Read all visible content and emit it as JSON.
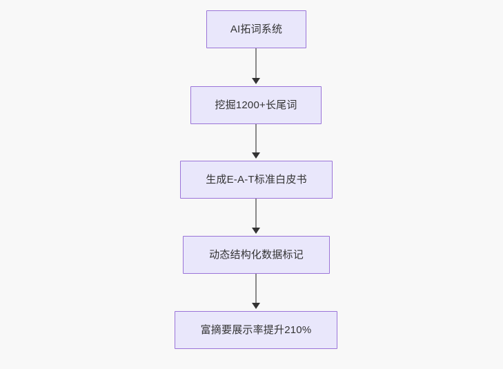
{
  "diagram": {
    "type": "flowchart",
    "direction": "top-to-bottom",
    "background_color": "#f8f8f8",
    "node_fill_color": "#e9e7fb",
    "node_border_color": "#9a73d8",
    "node_text_color": "#333333",
    "edge_line_color": "#888888",
    "edge_arrow_color": "#333333",
    "nodes": [
      {
        "id": "node-0",
        "label": "AI拓词系统"
      },
      {
        "id": "node-1",
        "label": "挖掘1200+长尾词"
      },
      {
        "id": "node-2",
        "label": "生成E-A-T标准白皮书"
      },
      {
        "id": "node-3",
        "label": "动态结构化数据标记"
      },
      {
        "id": "node-4",
        "label": "富摘要展示率提升210%"
      }
    ],
    "edges": [
      {
        "id": "edge-0",
        "from": "node-0",
        "to": "node-1"
      },
      {
        "id": "edge-1",
        "from": "node-1",
        "to": "node-2"
      },
      {
        "id": "edge-2",
        "from": "node-2",
        "to": "node-3"
      },
      {
        "id": "edge-3",
        "from": "node-3",
        "to": "node-4"
      }
    ]
  }
}
